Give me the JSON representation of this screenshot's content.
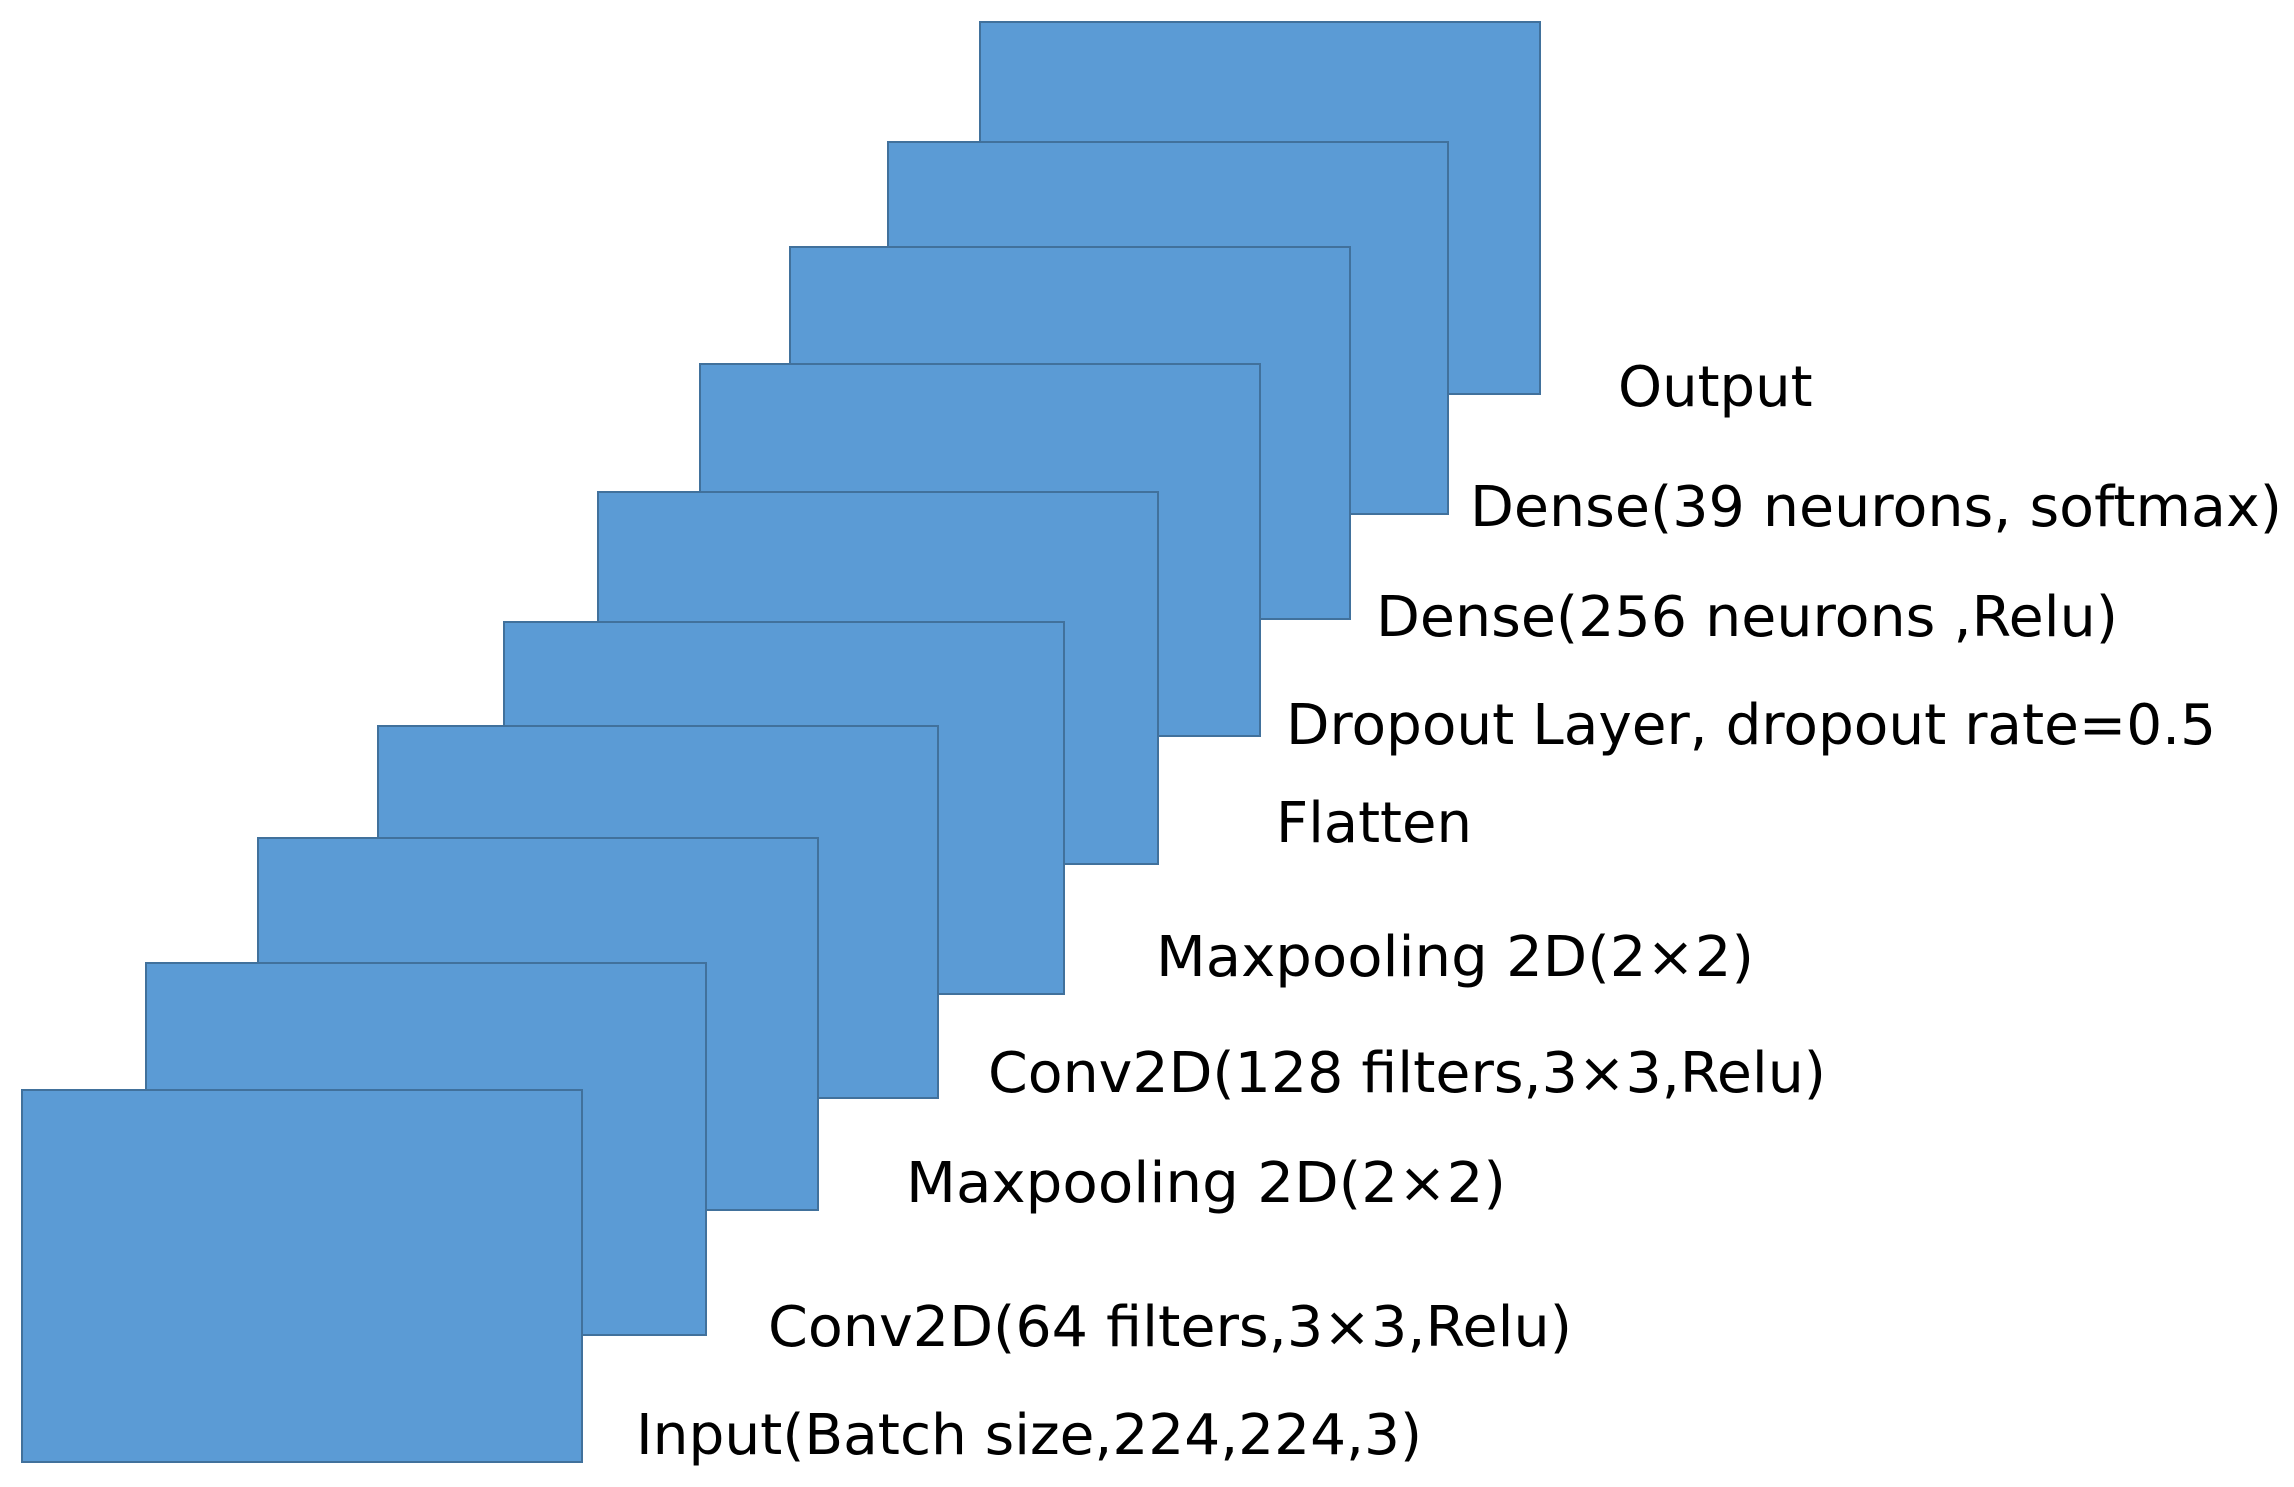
{
  "diagram": {
    "layers": [
      {
        "label": "Input(Batch size,224,224,3)"
      },
      {
        "label": "Conv2D(64 filters,3×3,Relu)"
      },
      {
        "label": "Maxpooling 2D(2×2)"
      },
      {
        "label": "Conv2D(128 filters,3×3,Relu)"
      },
      {
        "label": "Maxpooling 2D(2×2)"
      },
      {
        "label": "Flatten"
      },
      {
        "label": "Dropout Layer, dropout rate=0.5"
      },
      {
        "label": "Dense(256 neurons ,Relu)"
      },
      {
        "label": "Dense(39 neurons, softmax)"
      },
      {
        "label": "Output"
      }
    ],
    "colors": {
      "layer_fill": "#5B9BD5",
      "layer_stroke": "#41719C",
      "text": "#000000"
    }
  }
}
